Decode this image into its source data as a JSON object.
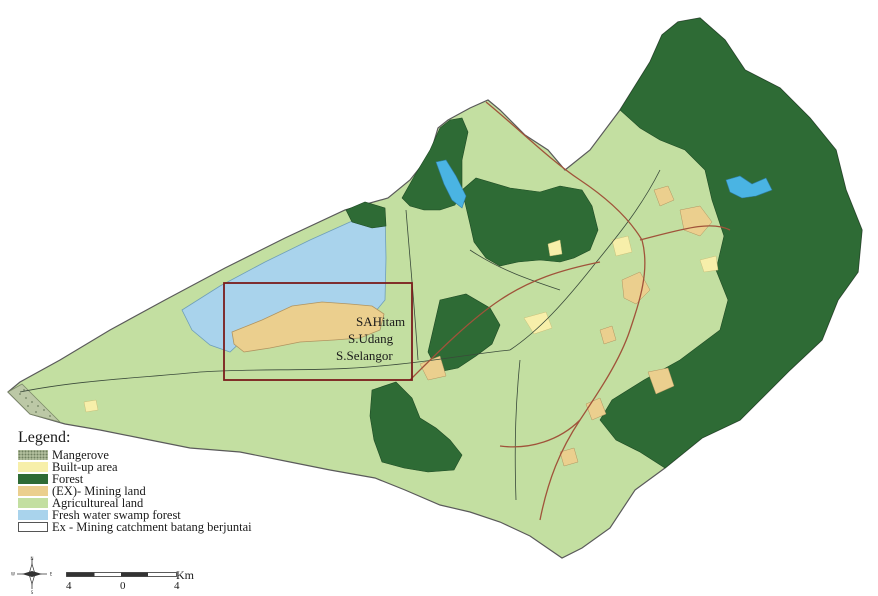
{
  "map": {
    "colors": {
      "background": "#ffffff",
      "agricultural": "#c3dfa1",
      "forest": "#2e6b35",
      "mining": "#ebcf8e",
      "swamp": "#a9d3ec",
      "builtup": "#f7efaa",
      "mangrove": "#bcc8a6",
      "water": "#4ab4e3",
      "study_area_box": "#7a1c1c",
      "roads": "#a0533a",
      "rivers": "#3a4a3a"
    },
    "study_area_labels": {
      "hitam": "SAHitam",
      "udang": "S.Udang",
      "selangor": "S.Selangor"
    }
  },
  "legend": {
    "title": "Legend:",
    "items": [
      {
        "label": "Mangerove",
        "color": "#bcc8a6",
        "pattern": "dotted"
      },
      {
        "label": "Built-up area",
        "color": "#f7efaa"
      },
      {
        "label": "Forest",
        "color": "#2e6b35"
      },
      {
        "label": "(EX)- Mining land",
        "color": "#ebcf8e"
      },
      {
        "label": "Agricultureal land",
        "color": "#c3dfa1"
      },
      {
        "label": "Fresh water swamp forest",
        "color": "#a9d3ec"
      },
      {
        "label": "Ex - Mining catchment batang berjuntai",
        "color": "#ffffff",
        "pattern": "outline"
      }
    ]
  },
  "scale_bar": {
    "left_label": "4",
    "mid_label": "0",
    "right_label": "4",
    "unit": "Km"
  },
  "north_arrow": {
    "icon": "compass-rose-icon",
    "letters": [
      "N",
      "W",
      "E",
      "S"
    ]
  }
}
